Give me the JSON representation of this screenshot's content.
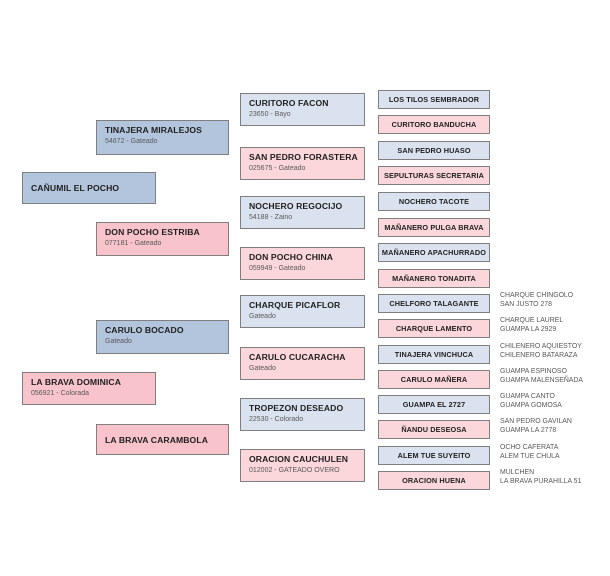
{
  "palette": {
    "male_dark": "#b2c5dd",
    "female_dark": "#f8c3cb",
    "male_light": "#dbe2ef",
    "female_light": "#fbd6da",
    "border": "#7f7f7f",
    "name_text": "#1f1f1f",
    "sub_text": "#595959"
  },
  "pedigree": {
    "g1": [
      {
        "name": "CAÑUMIL EL POCHO",
        "sub": "",
        "sex": "male"
      },
      {
        "name": "LA BRAVA DOMINICA",
        "sub": "056921 - Colorada",
        "sex": "female"
      }
    ],
    "g2": [
      {
        "name": "TINAJERA MIRALEJOS",
        "sub": "54672 - Gateado",
        "sex": "male"
      },
      {
        "name": "DON POCHO ESTRIBA",
        "sub": "077181 - Gateado",
        "sex": "female"
      },
      {
        "name": "CARULO BOCADO",
        "sub": "Gateado",
        "sex": "male"
      },
      {
        "name": "LA BRAVA CARAMBOLA",
        "sub": "",
        "sex": "female"
      }
    ],
    "g3": [
      {
        "name": "CURITORO FACON",
        "sub": "23650 - Bayo",
        "sex": "male"
      },
      {
        "name": "SAN PEDRO FORASTERA",
        "sub": "025675 - Gateado",
        "sex": "female"
      },
      {
        "name": "NOCHERO REGOCIJO",
        "sub": "54188 - Zaino",
        "sex": "male"
      },
      {
        "name": "DON POCHO CHINA",
        "sub": "059949 - Gateado",
        "sex": "female"
      },
      {
        "name": "CHARQUE PICAFLOR",
        "sub": "Gateado",
        "sex": "male"
      },
      {
        "name": "CARULO CUCARACHA",
        "sub": "Gateado",
        "sex": "female"
      },
      {
        "name": "TROPEZON DESEADO",
        "sub": "22530 - Colorado",
        "sex": "male"
      },
      {
        "name": "ORACION CAUCHULEN",
        "sub": "012002 - GATEADO OVERO",
        "sex": "female"
      }
    ],
    "g4": [
      {
        "name": "LOS TILOS SEMBRADOR",
        "sex": "male"
      },
      {
        "name": "CURITORO BANDUCHA",
        "sex": "female"
      },
      {
        "name": "SAN PEDRO HUASO",
        "sex": "male"
      },
      {
        "name": "SEPULTURAS SECRETARIA",
        "sex": "female"
      },
      {
        "name": "NOCHERO TACOTE",
        "sex": "male"
      },
      {
        "name": "MAÑANERO PULGA BRAVA",
        "sex": "female"
      },
      {
        "name": "MAÑANERO APACHURRADO",
        "sex": "male"
      },
      {
        "name": "MAÑANERO TONADITA",
        "sex": "female"
      },
      {
        "name": "CHELFORO TALAGANTE",
        "sex": "male"
      },
      {
        "name": "CHARQUE LAMENTO",
        "sex": "female"
      },
      {
        "name": "TINAJERA VINCHUCA",
        "sex": "male"
      },
      {
        "name": "CARULO MAÑERA",
        "sex": "female"
      },
      {
        "name": "GUAMPA EL 2727",
        "sex": "male"
      },
      {
        "name": "ÑANDU DESEOSA",
        "sex": "female"
      },
      {
        "name": "ALEM TUE SUYEITO",
        "sex": "male"
      },
      {
        "name": "ORACION HUENA",
        "sex": "female"
      }
    ],
    "g5": [
      {
        "line1": "CHARQUE CHINGOLO",
        "line2": "SAN JUSTO 278"
      },
      {
        "line1": "CHARQUE LAUREL",
        "line2": "GUAMPA LA 2929"
      },
      {
        "line1": "CHILENERO AQUIESTOY",
        "line2": "CHILENERO BATARAZA"
      },
      {
        "line1": "GUAMPA ESPINOSO",
        "line2": "GUAMPA MALENSEÑADA"
      },
      {
        "line1": "GUAMPA CANTO",
        "line2": "GUAMPA GOMOSA"
      },
      {
        "line1": "SAN PEDRO GAVILAN",
        "line2": "GUAMPA LA 2778"
      },
      {
        "line1": "OCHO CAFERATA",
        "line2": "ALEM TUE CHULA"
      },
      {
        "line1": "MULCHEN",
        "line2": "LA BRAVA PURAHILLA 51"
      }
    ]
  }
}
